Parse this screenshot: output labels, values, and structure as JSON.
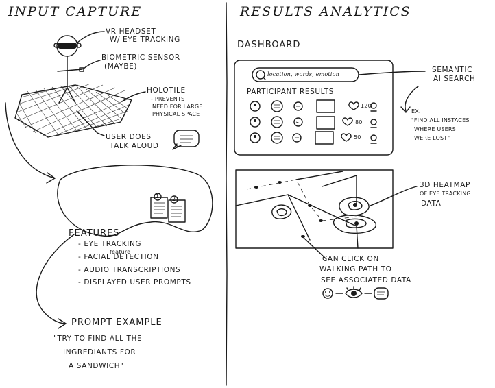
{
  "left": {
    "title": "INPUT CAPTURE",
    "vr_label_1": "VR HEADSET",
    "vr_label_2": "W/ EYE TRACKING",
    "bio_label_1": "BIOMETRIC SENSOR",
    "bio_label_2": "(MAYBE)",
    "holo_label_1": "HOLOTILE",
    "holo_label_2": "- PREVENTS",
    "holo_label_3": "NEED FOR LARGE",
    "holo_label_4": "PHYSICAL SPACE",
    "talk_label_1": "USER DOES",
    "talk_label_2": "TALK ALOUD",
    "lens_badge_1": "1",
    "lens_badge_2": "2",
    "features_title": "FEATURES",
    "features": [
      "- EYE TRACKING",
      "- FACIAL DETECTION",
      "- AUDIO TRANSCRIPTIONS",
      "- DISPLAYED USER PROMPTS"
    ],
    "facial_insert": "feature",
    "prompt_title": "PROMPT EXAMPLE",
    "prompt_lines": [
      "\"TRY TO FIND ALL THE",
      "INGREDIANTS FOR",
      "A SANDWICH\""
    ]
  },
  "right": {
    "title": "RESULTS ANALYTICS",
    "dashboard_label": "DASHBOARD",
    "search_placeholder": "location, words, emotion",
    "participant_label": "PARTICIPANT RESULTS",
    "rows": [
      {
        "count": "120"
      },
      {
        "count": "80"
      },
      {
        "count": "50"
      }
    ],
    "semantic_1": "SEMANTIC",
    "semantic_2": "AI SEARCH",
    "ex_lines": [
      "EX.",
      "\"FIND ALL INSTACES",
      "WHERE USERS",
      "WERE LOST\""
    ],
    "heat_1": "3D HEATMAP",
    "heat_2": "OF EYE TRACKING",
    "heat_3": "DATA",
    "click_lines": [
      "CAN CLICK ON",
      "WALKING PATH TO",
      "SEE ASSOCIATED DATA"
    ]
  }
}
